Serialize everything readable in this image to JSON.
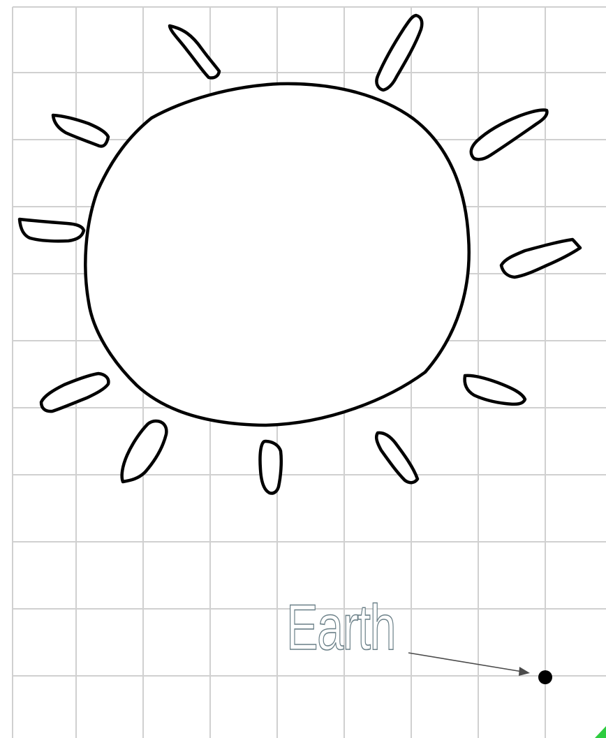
{
  "diagram": {
    "label": "Earth",
    "colors": {
      "grid": "#d0d0d0",
      "outline": "#000000",
      "label_outline": "#6b8088",
      "arrow": "#4a4a4a",
      "earth_dot": "#000000",
      "corner_accent": "#2ecc40"
    },
    "icons": [
      "sun-drawing",
      "earth-dot",
      "arrow"
    ]
  }
}
